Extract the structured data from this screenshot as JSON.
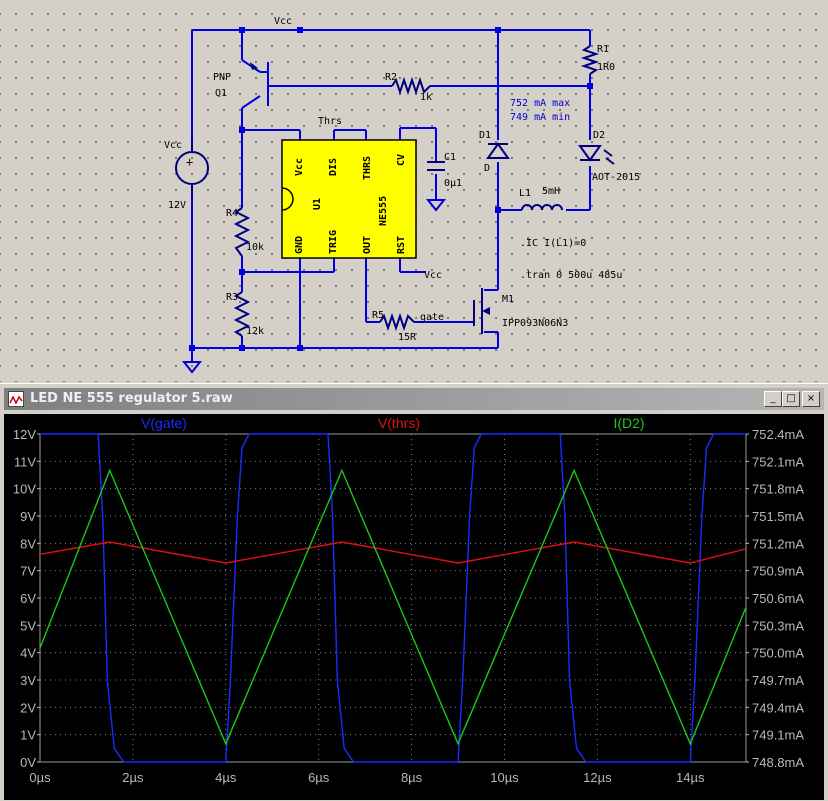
{
  "schematic": {
    "labels": {
      "vcc_top": "Vcc",
      "vcc_src": "Vcc",
      "v_12": "12V",
      "pnp": "PNP",
      "q1": "Q1",
      "r2": "R2",
      "r2_val": "1k",
      "r1": "R1",
      "r1_val": "1R0",
      "thrs": "Thrs",
      "note_max": "752 mA max",
      "note_min": "749 mA min",
      "d1": "D1",
      "d1_val": "D",
      "d2": "D2",
      "d2_val": "AOT-2015",
      "c1": "C1",
      "c1_val": "0µ1",
      "r4": "R4",
      "r4_val": "10k",
      "r3": "R3",
      "r3_val": "12k",
      "l1": "L1",
      "l1_val": "5mH",
      "ic": ".IC I(L1)=0",
      "tran": ".tran 0 500u 485u",
      "vcc_rst": "Vcc",
      "r5": "R5",
      "r5_val": "15R",
      "gate": "gate",
      "m1": "M1",
      "m1_val": "IPP093N06N3",
      "pin_vcc": "Vcc",
      "pin_dis": "DIS",
      "pin_thrs": "THRS",
      "pin_cv": "CV",
      "pin_gnd": "GND",
      "pin_trig": "TRIG",
      "pin_out": "OUT",
      "pin_rst": "RST",
      "u1": "U1",
      "ne555": "NE555"
    }
  },
  "window": {
    "title": "LED NE 555 regulator 5.raw",
    "minimize": "_",
    "maximize": "□",
    "close": "×"
  },
  "chart_data": {
    "type": "line",
    "x_label_ticks": [
      "0µs",
      "2µs",
      "4µs",
      "6µs",
      "8µs",
      "10µs",
      "12µs",
      "14µs"
    ],
    "x_ticks_us": [
      0,
      2,
      4,
      6,
      8,
      10,
      12,
      14
    ],
    "x_range_us": [
      0,
      15.2
    ],
    "left_axis": {
      "ticks": [
        "0V",
        "1V",
        "2V",
        "3V",
        "4V",
        "5V",
        "6V",
        "7V",
        "8V",
        "9V",
        "10V",
        "11V",
        "12V"
      ],
      "range": [
        0,
        12
      ]
    },
    "right_axis": {
      "ticks": [
        "748.8mA",
        "749.1mA",
        "749.4mA",
        "749.7mA",
        "750.0mA",
        "750.3mA",
        "750.6mA",
        "750.9mA",
        "751.2mA",
        "751.5mA",
        "751.8mA",
        "752.1mA",
        "752.4mA"
      ],
      "range": [
        748.8,
        752.4
      ]
    },
    "series": [
      {
        "name": "V(gate)",
        "axis": "left",
        "color": "#1a2cff",
        "points": [
          [
            0,
            12
          ],
          [
            1.25,
            12
          ],
          [
            1.35,
            9
          ],
          [
            1.45,
            3
          ],
          [
            1.6,
            0.5
          ],
          [
            1.8,
            0
          ],
          [
            4.0,
            0
          ],
          [
            4.1,
            3
          ],
          [
            4.25,
            9
          ],
          [
            4.35,
            11.5
          ],
          [
            4.5,
            12
          ],
          [
            6.2,
            12
          ],
          [
            6.3,
            9
          ],
          [
            6.4,
            3
          ],
          [
            6.55,
            0.5
          ],
          [
            6.75,
            0
          ],
          [
            9.0,
            0
          ],
          [
            9.1,
            3
          ],
          [
            9.25,
            9
          ],
          [
            9.35,
            11.5
          ],
          [
            9.5,
            12
          ],
          [
            11.2,
            12
          ],
          [
            11.3,
            9
          ],
          [
            11.4,
            3
          ],
          [
            11.55,
            0.5
          ],
          [
            11.75,
            0
          ],
          [
            14.0,
            0
          ],
          [
            14.1,
            3
          ],
          [
            14.25,
            9
          ],
          [
            14.35,
            11.5
          ],
          [
            14.5,
            12
          ],
          [
            15.2,
            12
          ]
        ]
      },
      {
        "name": "V(thrs)",
        "axis": "left",
        "color": "#e01010",
        "points": [
          [
            0,
            7.6
          ],
          [
            1.5,
            8.05
          ],
          [
            4.0,
            7.28
          ],
          [
            6.5,
            8.05
          ],
          [
            9.0,
            7.28
          ],
          [
            11.5,
            8.05
          ],
          [
            14.0,
            7.28
          ],
          [
            15.2,
            7.8
          ]
        ]
      },
      {
        "name": "I(D2)",
        "axis": "right",
        "color": "#19c819",
        "points": [
          [
            0,
            750.05
          ],
          [
            1.5,
            752.0
          ],
          [
            4.0,
            749.0
          ],
          [
            6.5,
            752.0
          ],
          [
            9.0,
            749.0
          ],
          [
            11.5,
            752.0
          ],
          [
            14.0,
            749.0
          ],
          [
            15.2,
            750.5
          ]
        ]
      }
    ]
  }
}
